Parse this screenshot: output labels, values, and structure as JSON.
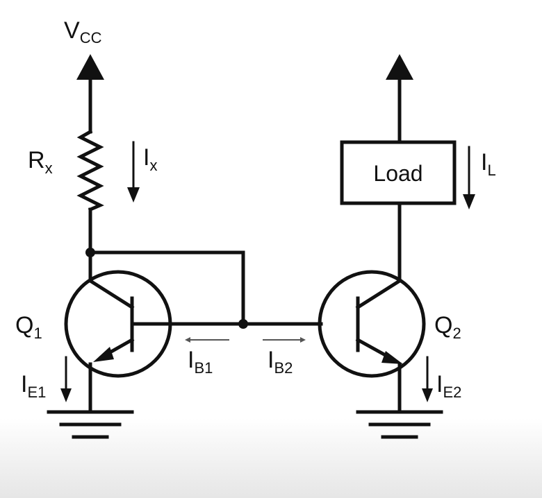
{
  "labels": {
    "vcc": "V",
    "vcc_sub": "CC",
    "rx": "R",
    "rx_sub": "x",
    "ix": "I",
    "ix_sub": "x",
    "load": "Load",
    "il": "I",
    "il_sub": "L",
    "q1": "Q",
    "q1_sub": "1",
    "q2": "Q",
    "q2_sub": "2",
    "ie1": "I",
    "ie1_sub": "E1",
    "ie2": "I",
    "ie2_sub": "E2",
    "ib1": "I",
    "ib1_sub": "B1",
    "ib2": "I",
    "ib2_sub": "B2"
  }
}
